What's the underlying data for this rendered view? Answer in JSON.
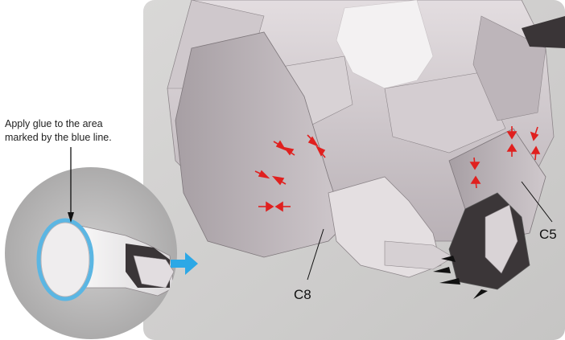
{
  "instruction": {
    "line1": "Apply glue to the area",
    "line2": "marked by the blue line."
  },
  "callouts": {
    "c8": "C8",
    "c5": "C5"
  },
  "colors": {
    "glue_line": "#5bb6e3",
    "arrow": "#2ca8e6",
    "glue_markers": "#e0201f"
  },
  "icons": {
    "direction": "arrow-right-icon",
    "pointer": "arrow-down-icon"
  }
}
